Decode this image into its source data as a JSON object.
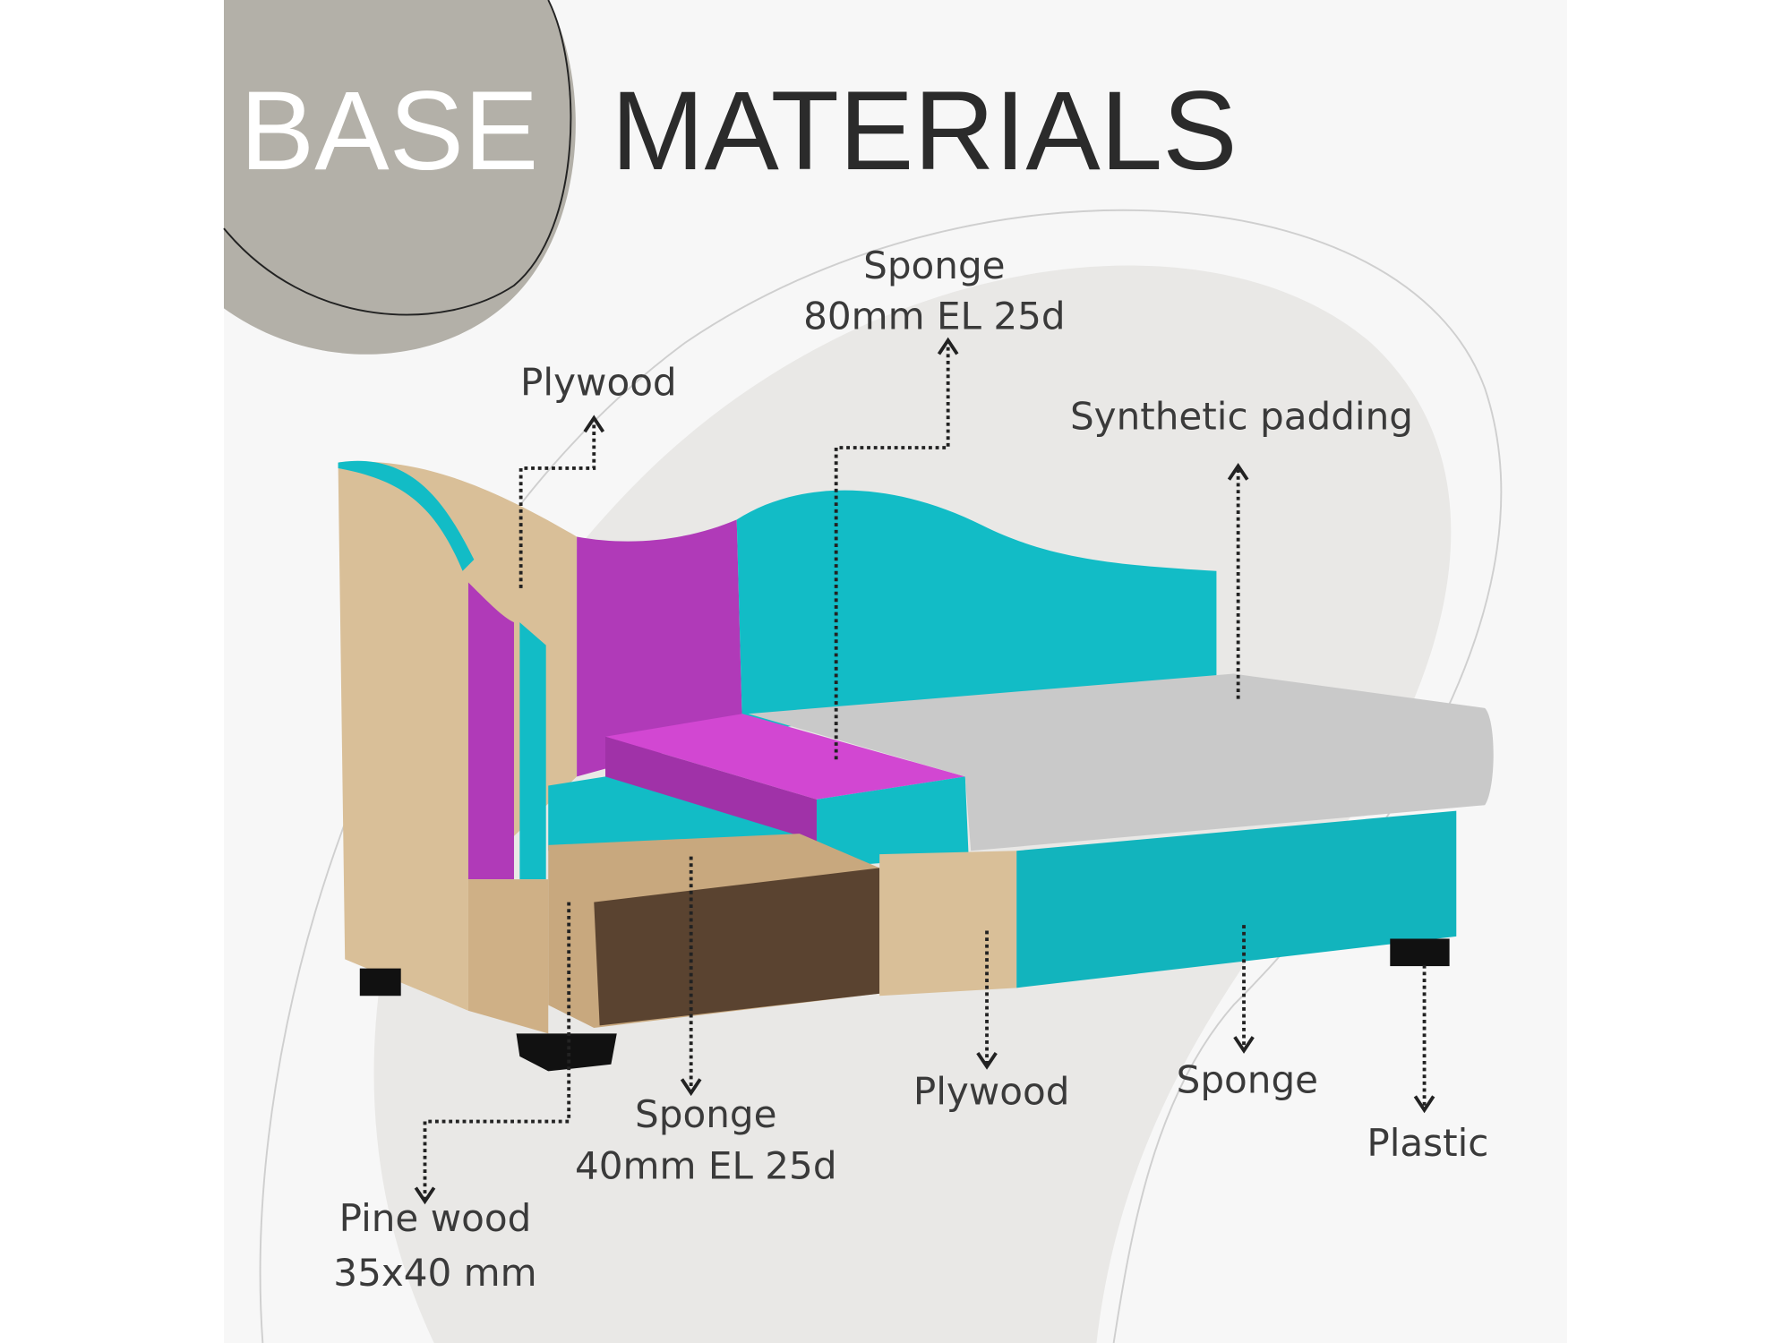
{
  "title": {
    "word1": "BASE",
    "word2": "MATERIALS"
  },
  "labels": {
    "sponge_top": {
      "line1": "Sponge",
      "line2": "80mm EL 25d"
    },
    "plywood_top": "Plywood",
    "synthetic_padding": "Synthetic padding",
    "sponge_bottom": {
      "line1": "Sponge",
      "line2": "40mm EL 25d"
    },
    "plywood_bottom": "Plywood",
    "sponge_front": "Sponge",
    "plastic": "Plastic",
    "pine_wood": {
      "line1": "Pine wood",
      "line2": "35x40 mm"
    }
  },
  "colors": {
    "cyan": "#12bcc6",
    "magenta": "#b03ab8",
    "wood": "#d9bf98",
    "padding": "#c9c9c9",
    "accent_circle": "#b3b0a8"
  }
}
